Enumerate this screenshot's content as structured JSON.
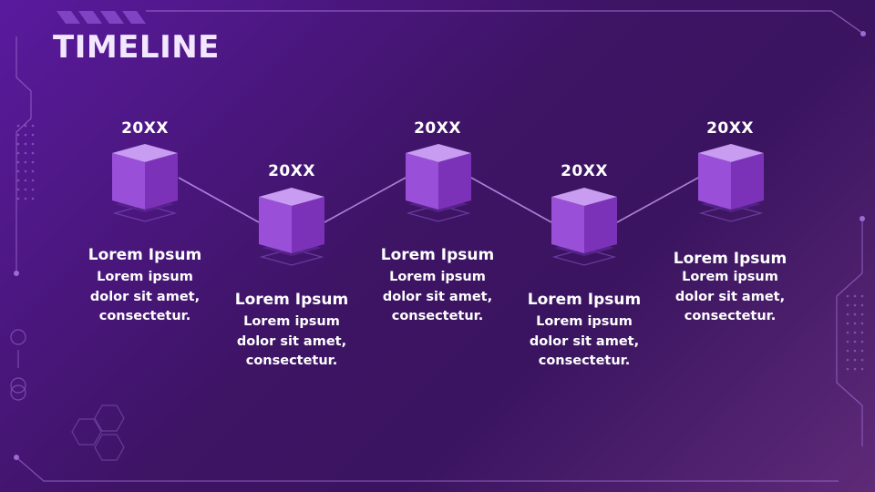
{
  "title": "TIMELINE",
  "colors": {
    "background_start": "#5a1a9e",
    "background_end": "#5e2a78",
    "cube_top": "#c89cf0",
    "cube_left": "#9a4fd8",
    "cube_right": "#7b32b8",
    "line": "#b98be6",
    "frame": "#9e6ad0"
  },
  "milestones": [
    {
      "year": "20XX",
      "heading": "Lorem Ipsum",
      "text": "Lorem ipsum dolor sit amet, consectetur."
    },
    {
      "year": "20XX",
      "heading": "Lorem Ipsum",
      "text": "Lorem ipsum dolor sit amet, consectetur."
    },
    {
      "year": "20XX",
      "heading": "Lorem Ipsum",
      "text": "Lorem ipsum dolor sit amet, consectetur."
    },
    {
      "year": "20XX",
      "heading": "Lorem Ipsum",
      "text": "Lorem ipsum dolor sit amet, consectetur."
    },
    {
      "year": "20XX",
      "heading": "Lorem Ipsum",
      "text": "Lorem ipsum dolor sit amet, consectetur."
    }
  ]
}
